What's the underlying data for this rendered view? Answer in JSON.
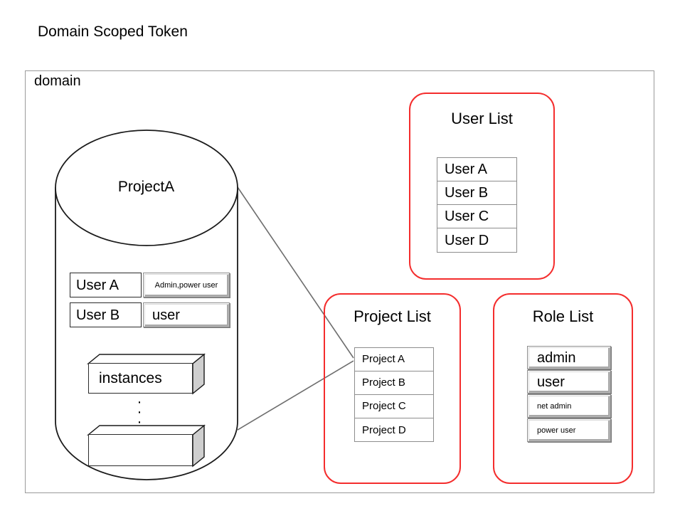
{
  "page": {
    "title": "Domain Scoped Token"
  },
  "domain": {
    "label": "domain"
  },
  "cylinder": {
    "name": "ProjectA",
    "users": [
      {
        "name": "User A",
        "roles": "Admin,power user",
        "roles_size": "small"
      },
      {
        "name": "User B",
        "roles": "user",
        "roles_size": "big"
      }
    ],
    "instances_label": "instances",
    "empty_label": "",
    "ellipsis": "·"
  },
  "user_list": {
    "title": "User List",
    "items": [
      "User A",
      "User B",
      "User C",
      "User D"
    ]
  },
  "project_list": {
    "title": "Project List",
    "items": [
      "Project A",
      "Project B",
      "Project C",
      "Project D"
    ]
  },
  "role_list": {
    "title": "Role List",
    "items": [
      {
        "label": "admin",
        "size": "big"
      },
      {
        "label": "user",
        "size": "big"
      },
      {
        "label": "net admin",
        "size": "small"
      },
      {
        "label": "power user",
        "size": "small"
      }
    ]
  },
  "colors": {
    "panel_border": "#f42d2d",
    "domain_border": "#9a9a9a",
    "table_border": "#8d8d8d",
    "connector": "#6e6e6e",
    "shape_stroke": "#1a1a1a",
    "bevel_shadow": "#c0c0c0"
  }
}
